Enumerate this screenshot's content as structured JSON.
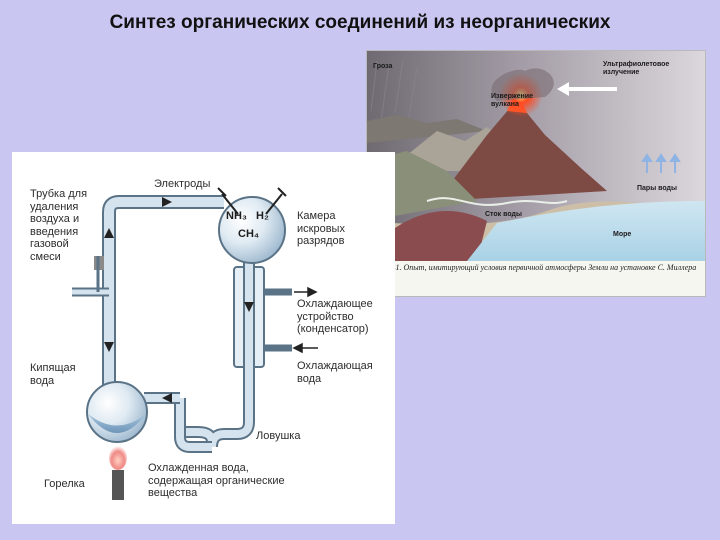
{
  "slide": {
    "title": "Синтез органических соединений из неорганических"
  },
  "landscape": {
    "labels": {
      "thunderstorm": "Гроза",
      "uv": "Ультрафиолетовое излучение",
      "eruption": "Извержение вулкана",
      "vapor": "Пары воды",
      "runoff": "Сток воды",
      "sea": "Море"
    },
    "caption": "Рис. 141. Опыт, имитирующий условия первичной атмосферы Земли на установке С. Миллера"
  },
  "apparatus": {
    "labels": {
      "tube": "Трубка для удаления воздуха и введения газовой смеси",
      "electrodes": "Электроды",
      "chamber": "Камера искровых разрядов",
      "cooling_device": "Охлаждающее устройство (конденсатор)",
      "cooling_water": "Охлаждающая вода",
      "boiling_water": "Кипящая вода",
      "trap": "Ловушка",
      "burner": "Горелка",
      "cooled_water": "Охлажденная вода, содержащая органические вещества"
    },
    "gases": {
      "nh3": "NH₃",
      "h2": "H₂",
      "ch4": "CH₄"
    }
  },
  "colors": {
    "background": "#c9c6f2",
    "tube_fill": "#d5e3ef",
    "tube_stroke": "#5a7386",
    "flask_fill": "#bed3e6",
    "lava": "#ff3b1f",
    "sea": "#b9dcec"
  }
}
